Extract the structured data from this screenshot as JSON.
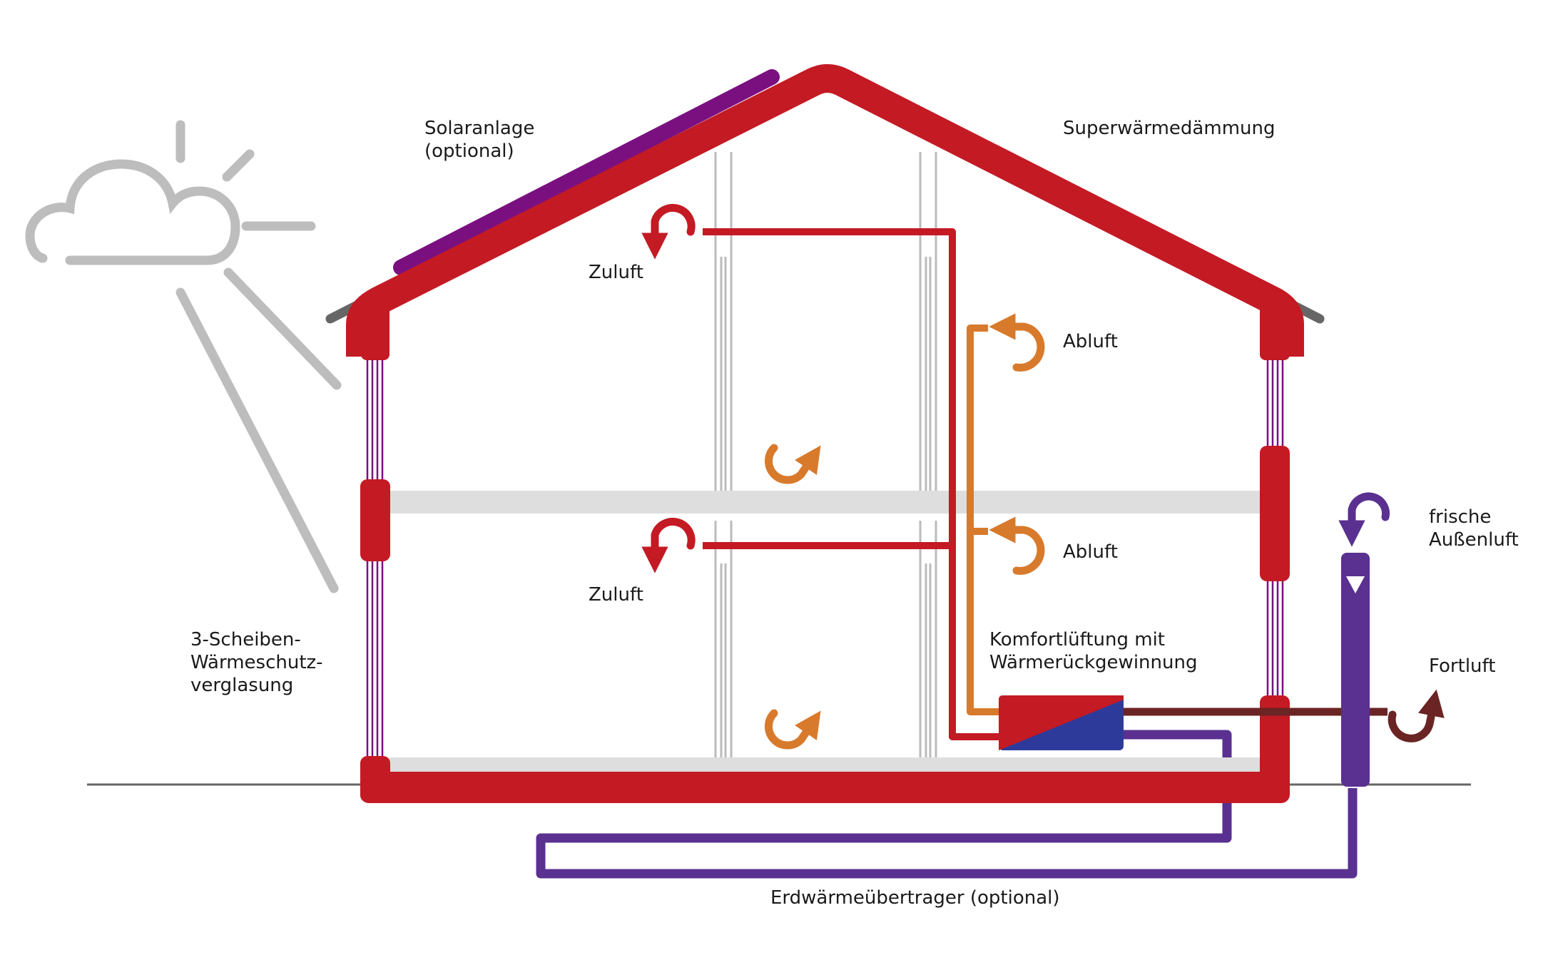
{
  "labels": {
    "solar_line1": "Solaranlage",
    "solar_line2": "(optional)",
    "insulation": "Superwärmedämmung",
    "supply_air_upper": "Zuluft",
    "supply_air_lower": "Zuluft",
    "exhaust_air_upper": "Abluft",
    "exhaust_air_lower": "Abluft",
    "fresh_air_line1": "frische",
    "fresh_air_line2": "Außenluft",
    "outgoing_air": "Fortluft",
    "ventilation_line1": "Komfortlüftung mit",
    "ventilation_line2": "Wärmerückgewinnung",
    "glazing_line1": "3-Scheiben-",
    "glazing_line2": "Wärmeschutz-",
    "glazing_line3": "verglasung",
    "ground_exchanger": "Erdwärmeübertrager (optional)"
  },
  "colors": {
    "insulation_red": "#c41a24",
    "roof_grey": "#666666",
    "solar_purple": "#7a1080",
    "supply_red": "#c41a24",
    "exhaust_orange": "#d87a2c",
    "fresh_purple": "#5a3090",
    "outgoing_brown": "#6b2424",
    "hrv_blue": "#2e3a9a",
    "sun_grey": "#bdbdbd",
    "floor_grey": "#dedede",
    "ground_line": "#666666"
  }
}
